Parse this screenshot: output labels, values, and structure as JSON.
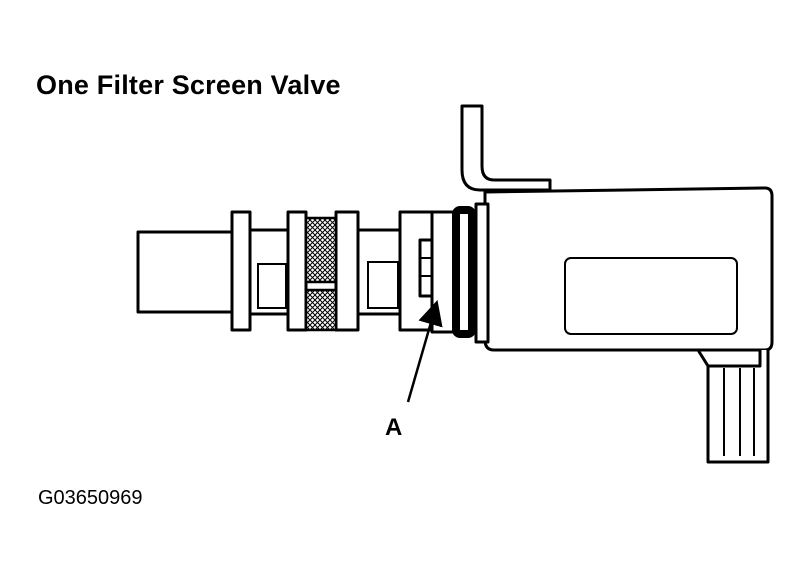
{
  "title": "One Filter Screen Valve",
  "callout": "A",
  "figure_id": "G03650969",
  "colors": {
    "ink": "#000000",
    "background": "#ffffff"
  }
}
